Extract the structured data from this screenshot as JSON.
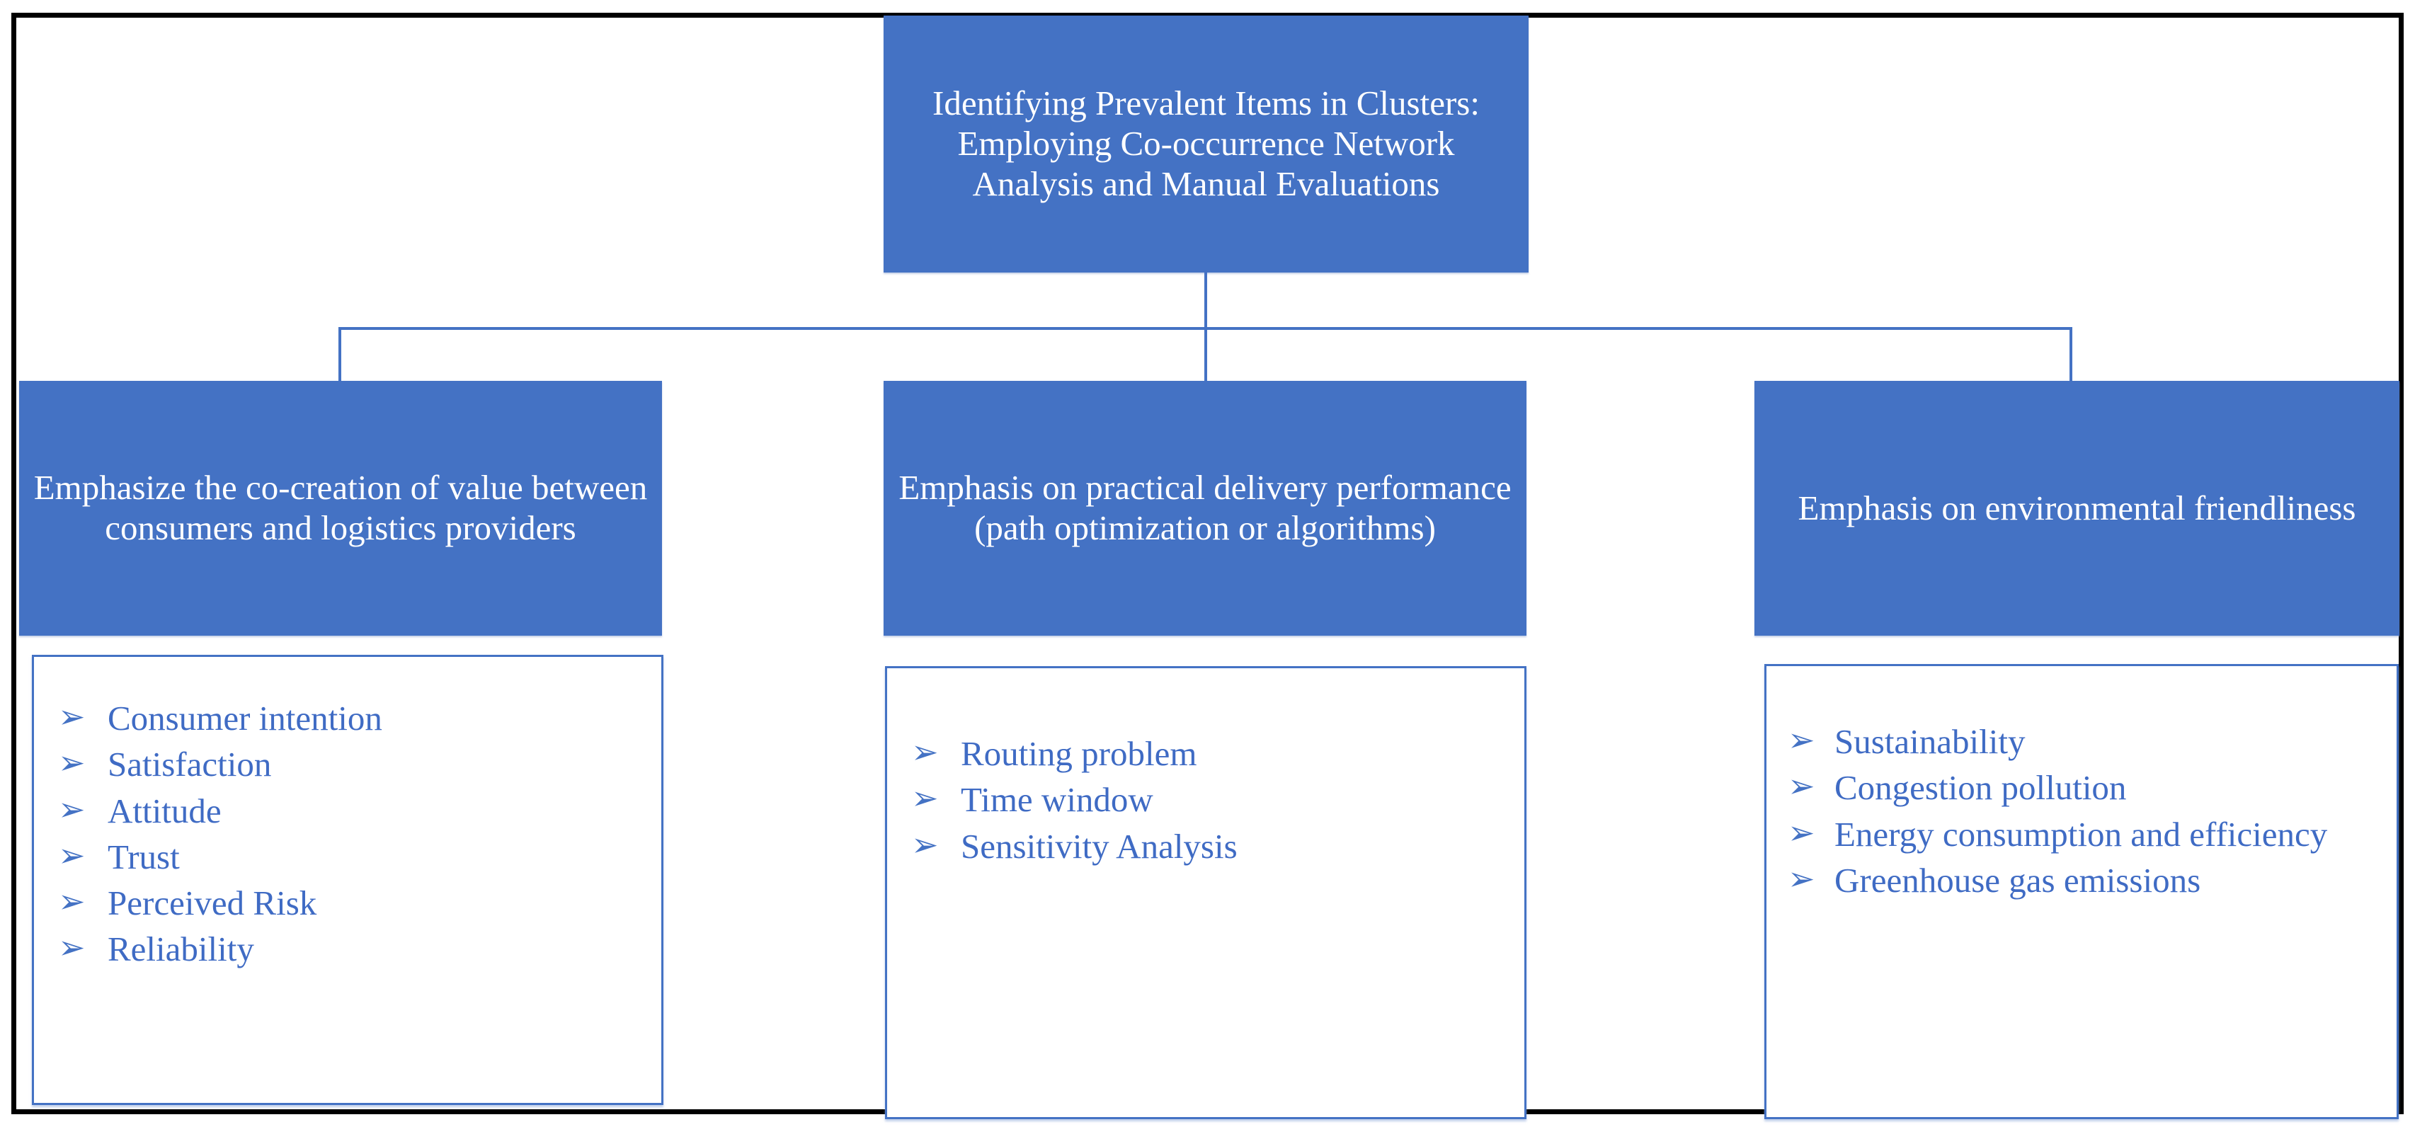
{
  "figure": {
    "title": "Identifying Prevalent Items in Clusters: Employing Co-occurrence Network Analysis and Manual Evaluations",
    "colors": {
      "box_fill": "#4472C4",
      "box_text": "#FFFFFF",
      "list_text": "#3F6BC4",
      "list_border": "#4472C4",
      "frame": "#000000",
      "background": "#FFFFFF"
    },
    "bullet_glyph": "➢",
    "bullet_icon_name": "arrow-bullet-icon"
  },
  "root": {
    "label": "Identifying Prevalent Items in Clusters: Employing Co-occurrence Network Analysis and Manual Evaluations"
  },
  "branches": [
    {
      "header": "Emphasize the co-creation of value between consumers and logistics providers",
      "items": [
        "Consumer intention",
        "Satisfaction",
        "Attitude",
        "Trust",
        "Perceived Risk",
        "Reliability"
      ]
    },
    {
      "header": "Emphasis on practical delivery performance (path optimization or algorithms)",
      "items": [
        "Routing problem",
        "Time window",
        "Sensitivity Analysis"
      ]
    },
    {
      "header": "Emphasis on environmental friendliness",
      "items": [
        "Sustainability",
        "Congestion pollution",
        "Energy consumption and efficiency",
        "Greenhouse gas emissions"
      ]
    }
  ]
}
